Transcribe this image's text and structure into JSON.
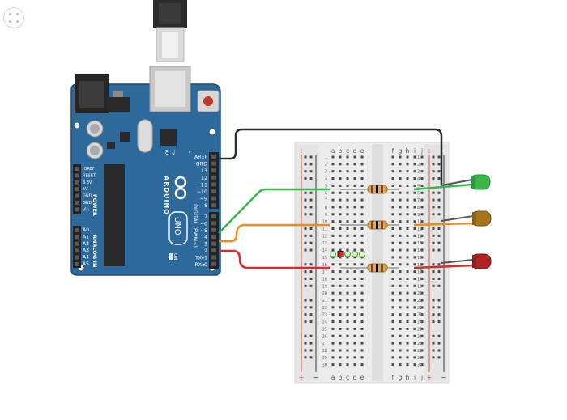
{
  "toolbar": {
    "fit_icon": "fit-to-view-icon"
  },
  "arduino": {
    "brand": "ARDUINO",
    "model": "UNO",
    "digital_label": "DIGITAL (PWM~)",
    "analog_label": "ANALOG IN",
    "power_label": "POWER",
    "on_label": "ON",
    "tx_label": "TX",
    "rx_label": "RX",
    "l_label": "L",
    "top_header_labels": [
      "AREF",
      "GND",
      "13",
      "12",
      "~11",
      "~10",
      "~9",
      "8"
    ],
    "bottom_header_labels": [
      "7",
      "~6",
      "~5",
      "4",
      "~3",
      "2",
      "TX▸1",
      "RX◂0"
    ],
    "power_pins": [
      "IOREF",
      "RESET",
      "3.3V",
      "5V",
      "GND",
      "GND",
      "Vin"
    ],
    "analog_pins": [
      "A0",
      "A1",
      "A2",
      "A3",
      "A4",
      "A5"
    ],
    "colors": {
      "board": "#2d6a9b",
      "board_dark": "#1f4f78"
    }
  },
  "breadboard": {
    "columns_left": [
      "a",
      "b",
      "c",
      "d",
      "e"
    ],
    "columns_right": [
      "f",
      "g",
      "h",
      "i",
      "j"
    ],
    "rows": 30,
    "plus": "+",
    "minus": "−"
  },
  "components": {
    "leds": [
      {
        "name": "led-green",
        "color": "#3ab54a"
      },
      {
        "name": "led-yellow",
        "color": "#a8741a"
      },
      {
        "name": "led-red",
        "color": "#b02323"
      }
    ],
    "wires": [
      {
        "name": "wire-gnd",
        "color": "#2b2b2b"
      },
      {
        "name": "wire-green",
        "color": "#3ab54a"
      },
      {
        "name": "wire-orange",
        "color": "#f08a1c"
      },
      {
        "name": "wire-red",
        "color": "#e0272a"
      }
    ]
  }
}
